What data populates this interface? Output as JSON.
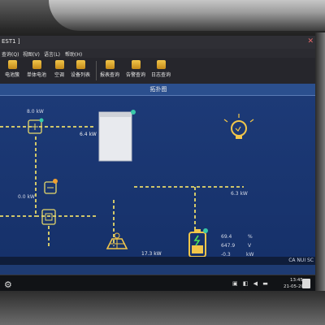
{
  "window": {
    "title": "EST1 ]",
    "close_glyph": "✕"
  },
  "menu": {
    "items": [
      "查询(Q)",
      "视图(V)",
      "语言(L)",
      "帮助(H)"
    ]
  },
  "toolbar": {
    "buttons": [
      "电池簇",
      "单体电池",
      "空调",
      "设备列表",
      "报表查询",
      "告警查询",
      "日志查询"
    ]
  },
  "panel": {
    "title": "拓扑图"
  },
  "topology": {
    "grid_power": "8.0  kW",
    "pcs_power": "0.0  kW",
    "storage_power": "6.4  kW",
    "load_power": "6.3  kW",
    "pv_power": "17.3  kW",
    "battery": {
      "soc_value": "69.4",
      "soc_unit": "%",
      "voltage_value": "647.9",
      "voltage_unit": "V",
      "power_value": "-0.3",
      "power_unit": "kW"
    },
    "colors": {
      "line": "#e7d96a",
      "background": "#1d3a77",
      "status_ok": "#38c8a8",
      "status_warn": "#f0a030"
    }
  },
  "status": {
    "right_text": "CA  NUI  SC"
  },
  "taskbar": {
    "time": "13:45",
    "date": "21-05-2021",
    "icons": [
      "settings-icon",
      "network-icon",
      "volume-icon",
      "battery-icon"
    ]
  }
}
